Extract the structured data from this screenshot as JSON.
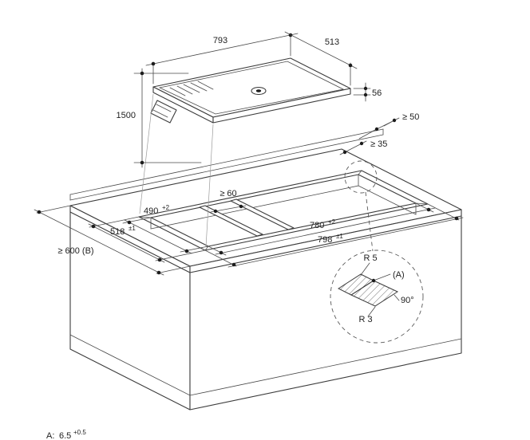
{
  "colors": {
    "line": "#3c3c3c",
    "text": "#222222",
    "background": "#ffffff"
  },
  "labels": {
    "dim_793": "793",
    "dim_513": "513",
    "dim_56": "56",
    "dim_1500": "1500",
    "dim_ge50": "≥ 50",
    "dim_ge35": "≥ 35",
    "dim_ge60": "≥ 60",
    "dim_ge600": "≥ 600 (B)",
    "dim_490": {
      "value": "490",
      "sup": "+2"
    },
    "dim_518": {
      "value": "518",
      "sup": "±1"
    },
    "dim_780": {
      "value": "780",
      "sup": "+2"
    },
    "dim_798": {
      "value": "798",
      "sup": "±1"
    },
    "detail_r5": "R 5",
    "detail_a": "(A)",
    "detail_90": "90°",
    "detail_r3": "R 3",
    "footnote": {
      "label": "A:",
      "value": "6.5",
      "sup": "+0.5"
    }
  }
}
